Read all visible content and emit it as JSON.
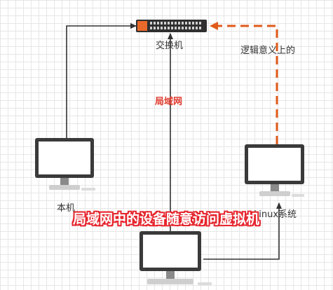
{
  "diagram": {
    "switch_label": "交换机",
    "logical_label": "逻辑意义上的",
    "lan_label": "局域网",
    "host_label": "本机",
    "linux_label": "Linux系统",
    "caption": "局域网中的设备随意访问虚拟机",
    "colors": {
      "line": "#333333",
      "logical_line": "#e05a1a",
      "accent_red": "#e03b2e",
      "monitor_frame": "#3a3a3a"
    }
  }
}
